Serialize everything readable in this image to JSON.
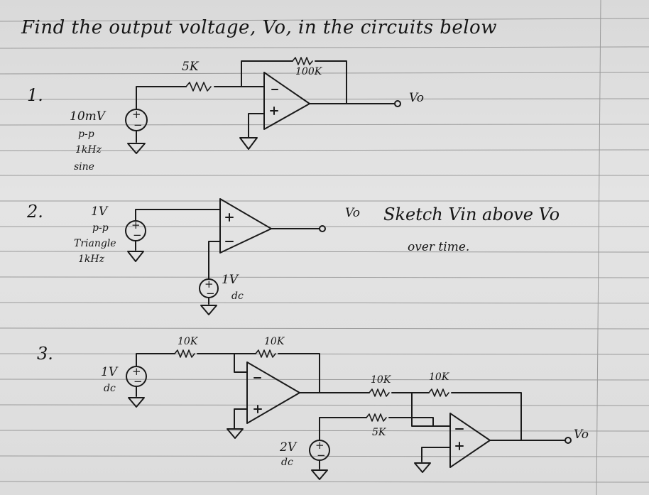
{
  "title": "Find the output voltage, Vo, in the circuits below",
  "problems": [
    {
      "number": "1.",
      "source_label": "10mV",
      "source_detail": [
        "p-p",
        "1kHz",
        "sine"
      ],
      "input_resistor": "5K",
      "feedback_resistor": "100K",
      "output_label": "Vo"
    },
    {
      "number": "2.",
      "source_label": "1V",
      "source_detail": [
        "p-p",
        "Triangle",
        "1kHz"
      ],
      "dc_source_label": "1V",
      "dc_source_unit": "dc",
      "output_label": "Vo",
      "instruction_line1": "Sketch Vin above Vo",
      "instruction_line2": "over time."
    },
    {
      "number": "3.",
      "source_label": "1V",
      "source_unit": "dc",
      "r1": "10K",
      "r2": "10K",
      "r3": "10K",
      "r4": "10K",
      "r5": "5K",
      "dc_source_label": "2V",
      "dc_source_unit": "dc",
      "output_label": "Vo"
    }
  ]
}
